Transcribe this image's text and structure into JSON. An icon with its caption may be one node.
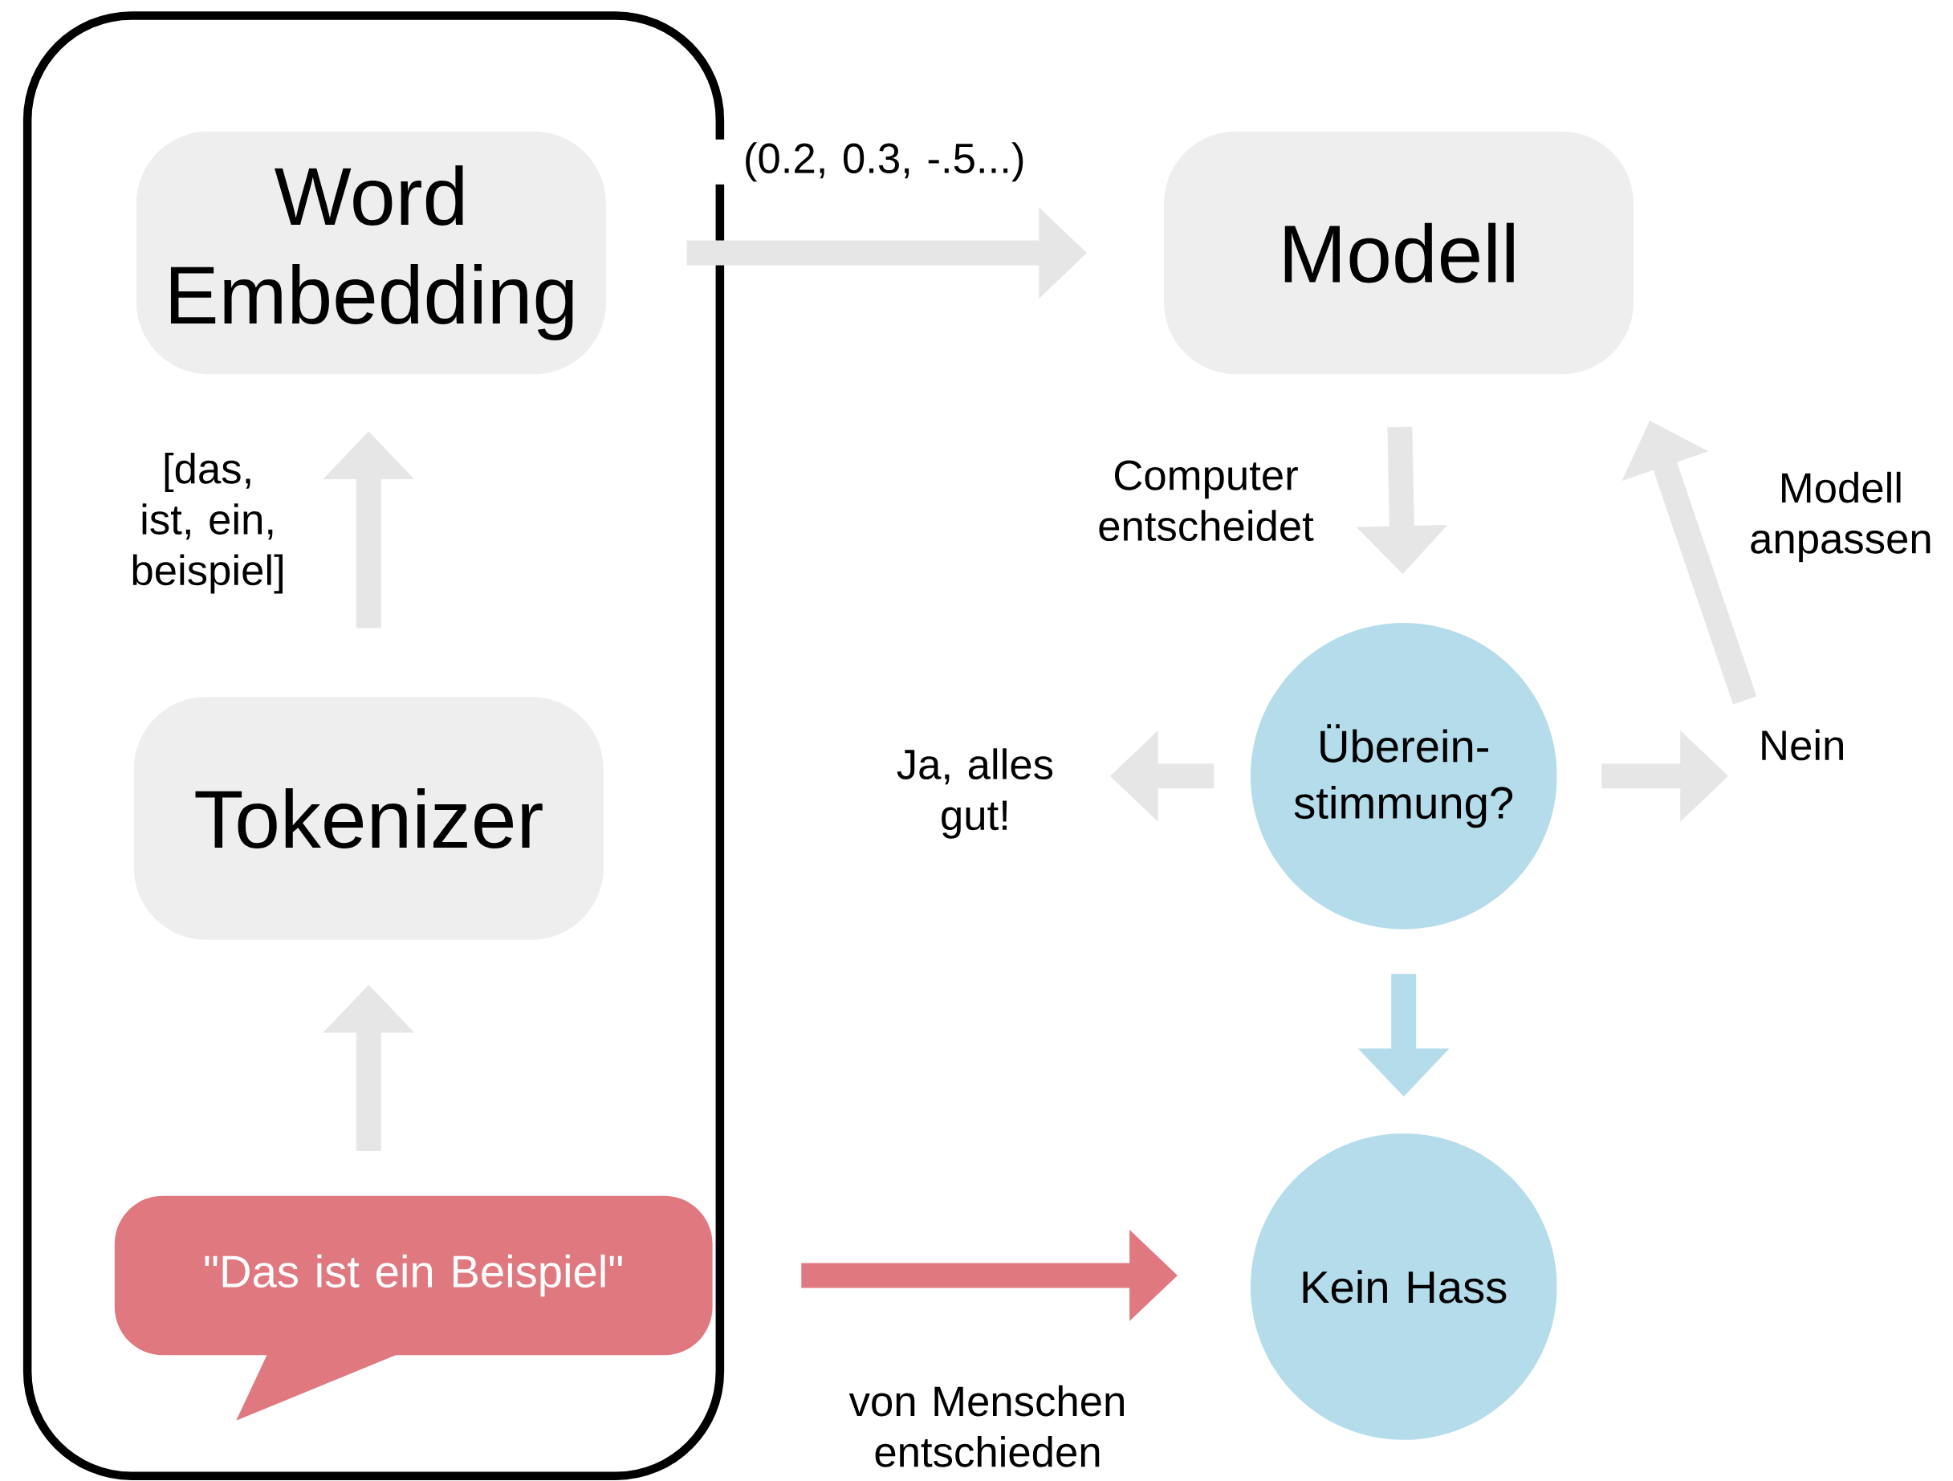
{
  "diagram": {
    "nodes": [
      {
        "text": [],
        "shape": "box"
      },
      {
        "text": [
          "Word Embedding"
        ],
        "in": 0
      },
      {
        "text": [
          "Tokenizer"
        ],
        "in": 0
      },
      {
        "text": [
          "\"Das ist ein Beispiel\""
        ],
        "in": 0
      },
      {
        "text": [
          "Modell"
        ]
      },
      {
        "text": [
          "Überein-stimmung?"
        ]
      },
      {
        "text": [
          "Kein Hass"
        ]
      },
      {
        "text": [
          "Ja, alles gut!"
        ]
      },
      {
        "text": [
          "Nein"
        ]
      }
    ],
    "edges": [
      {
        "from": 2,
        "to": 1,
        "arrow": "to",
        "label": "[das, ist, ein, beispiel]"
      },
      {
        "from": 3,
        "to": 2,
        "arrow": "to"
      },
      {
        "from": 1,
        "to": 4,
        "arrow": "to",
        "label": "(0.2, 0.3, -.5...)"
      },
      {
        "from": 4,
        "to": 5,
        "arrow": "to",
        "label": "Computer entscheidet"
      },
      {
        "from": 5,
        "to": 7,
        "arrow": "to"
      },
      {
        "from": 5,
        "to": 8,
        "arrow": "to"
      },
      {
        "from": 8,
        "to": 4,
        "arrow": "to",
        "label": "Modell anpassen"
      },
      {
        "from": 5,
        "to": 6,
        "arrow": "to",
        "color": "#b4dceb"
      },
      {
        "from": 3,
        "to": 6,
        "arrow": "to",
        "label": "von Menschen entschieden",
        "color": "#e07880"
      }
    ]
  }
}
